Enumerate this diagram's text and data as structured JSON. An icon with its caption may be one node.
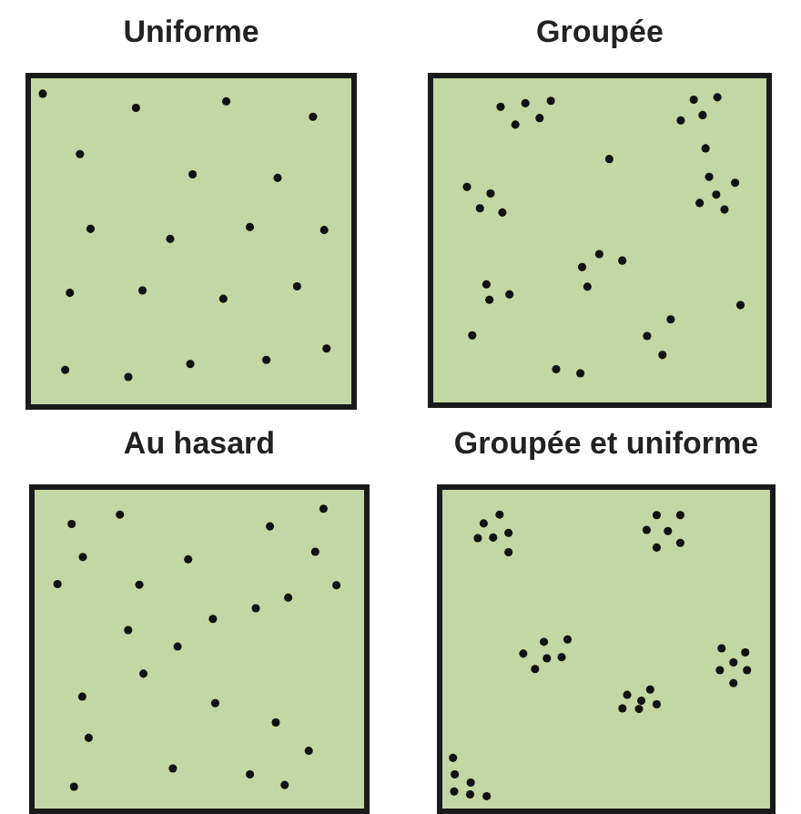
{
  "diagram": {
    "nodes": [
      {
        "text": [
          "Uniforme"
        ]
      },
      {
        "text": [
          "Groupée"
        ]
      },
      {
        "text": [
          "Au hasard"
        ]
      },
      {
        "text": [
          "Groupée et uniforme"
        ]
      }
    ]
  }
}
